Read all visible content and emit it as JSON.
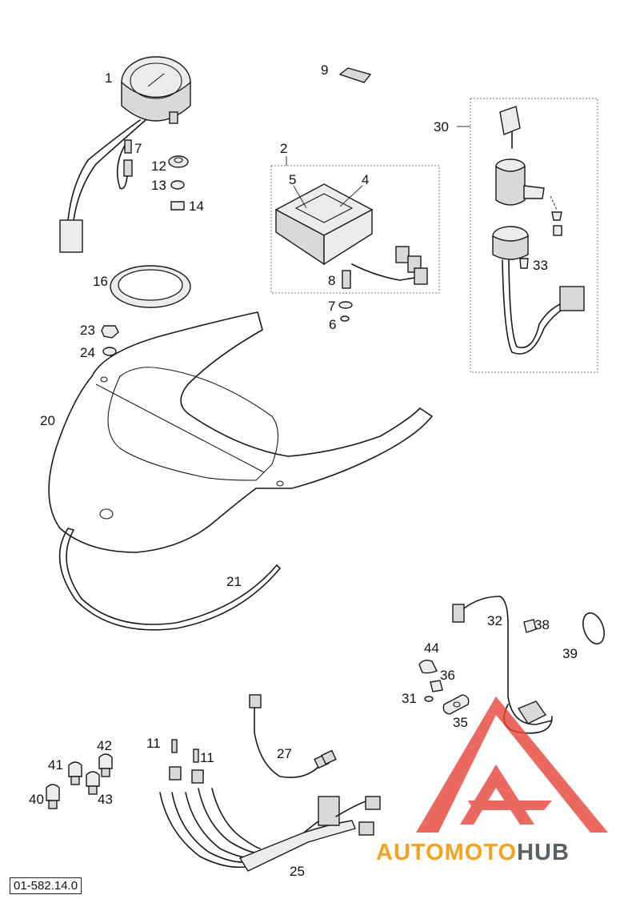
{
  "diagram": {
    "labels": [
      "1",
      "2",
      "4",
      "5",
      "6",
      "7",
      "7",
      "8",
      "9",
      "11",
      "11",
      "12",
      "13",
      "14",
      "16",
      "20",
      "21",
      "23",
      "24",
      "25",
      "27",
      "30",
      "31",
      "32",
      "33",
      "35",
      "36",
      "38",
      "39",
      "40",
      "41",
      "42",
      "43",
      "44"
    ],
    "drawing_number": "01-582.14.0"
  },
  "watermark": {
    "brand_part1": "AUTOMOTO",
    "brand_part2": "HUB",
    "colors": {
      "orange": "#f5a21c",
      "red": "#e8443a",
      "gray": "#5b6065"
    }
  }
}
